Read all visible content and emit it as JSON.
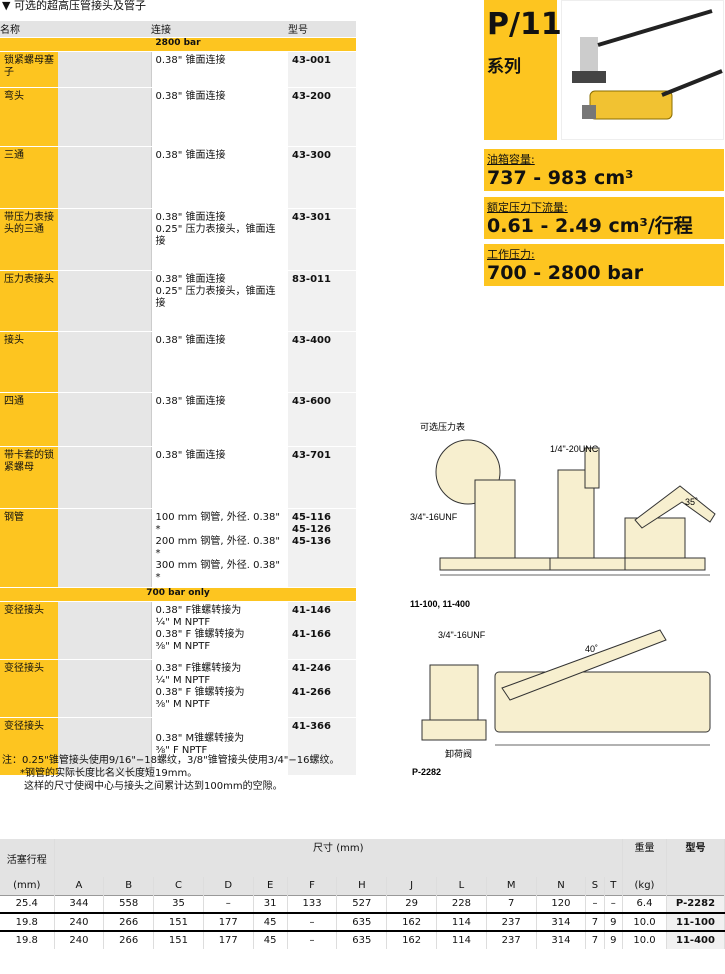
{
  "section_title": "▼ 可选的超高压管接头及管子",
  "acc_headers": [
    "名称",
    "连接",
    "型号"
  ],
  "band_2800": "2800 bar",
  "band_700": "700 bar only",
  "rows": [
    {
      "name": "锁紧螺母塞子",
      "conn": "0.38\" 锥面连接",
      "model": "43-001",
      "h": 36
    },
    {
      "name": "弯头",
      "conn": "0.38\" 锥面连接",
      "model": "43-200",
      "h": 59
    },
    {
      "name": "三通",
      "conn": "0.38\" 锥面连接",
      "model": "43-300",
      "h": 62
    },
    {
      "name": "带压力表接头的三通",
      "conn": "0.38\" 锥面连接\n0.25\" 压力表接头，锥面连接",
      "model": "43-301",
      "h": 62
    },
    {
      "name": "压力表接头",
      "conn": "0.38\" 锥面连接\n0.25\" 压力表接头，锥面连接",
      "model": "83-011",
      "h": 61
    },
    {
      "name": "接头",
      "conn": "0.38\" 锥面连接",
      "model": "43-400",
      "h": 61
    },
    {
      "name": "四通",
      "conn": "0.38\" 锥面连接",
      "model": "43-600",
      "h": 54
    },
    {
      "name": "带卡套的锁紧螺母",
      "conn": "0.38\" 锥面连接",
      "model": "43-701",
      "h": 62
    },
    {
      "name": "钢管",
      "conn": "100 mm 钢管, 外径. 0.38\" *\n200 mm 钢管, 外径. 0.38\" *\n300 mm 钢管, 外径. 0.38\" *",
      "model": "45-116\n45-126\n45-136",
      "h": 47
    }
  ],
  "rows700": [
    {
      "name": "变径接头",
      "conn": "0.38\" F锥螺转接为\n¼\" M NPTF\n0.38\" F 锥螺转接为\n⅜\" M NPTF",
      "model": "41-146\n\n41-166",
      "h": 58
    },
    {
      "name": "变径接头",
      "conn": "0.38\" F锥螺转接为\n¼\" M NPTF\n0.38\" F 锥螺转接为\n⅜\" M NPTF",
      "model": "41-246\n\n41-266",
      "h": 58
    },
    {
      "name": "变径接头",
      "conn": "\n0.38\" M锥螺转接为\n⅜\" F NPTF",
      "model": "41-366",
      "h": 58
    }
  ],
  "notes": [
    "注：0.25\"锥管接头使用9/16\"−18螺纹，3/8\"锥管接头使用3/4\"−16螺纹。",
    "*钢管的实际长度比名义长度短19mm。",
    "这样的尺寸使阀中心与接头之间累计达到100mm的空隙。"
  ],
  "series": {
    "p": "P/11",
    "s": "系列"
  },
  "specs": [
    {
      "label": "油箱容量:",
      "value": "737 - 983 cm³"
    },
    {
      "label": "额定压力下流量:",
      "value": "0.61 - 2.49 cm³/行程"
    },
    {
      "label": "工作压力:",
      "value": "700 - 2800 bar"
    }
  ],
  "drawing": {
    "gauge": "可选压力表",
    "thread1": "1/4\"-20UNC",
    "thread2": "3/4\"-16UNF",
    "thread3": "3/4\"-16UNF",
    "model1": "11-100, 11-400",
    "model2": "P-2282",
    "valve": "卸荷阀",
    "angle1": "35˚",
    "angle2": "40˚"
  },
  "dims": {
    "stroke": "活塞行程",
    "dim": "尺寸 (mm)",
    "weight": "重量",
    "model": "型号",
    "mm": "(mm)",
    "kg": "(kg)",
    "cols": [
      "A",
      "B",
      "C",
      "D",
      "E",
      "F",
      "H",
      "J",
      "L",
      "M",
      "N",
      "S",
      "T"
    ],
    "rows": [
      [
        "25.4",
        "344",
        "558",
        "35",
        "–",
        "31",
        "133",
        "527",
        "29",
        "228",
        "7",
        "120",
        "–",
        "–",
        "6.4",
        "P-2282"
      ],
      [
        "19.8",
        "240",
        "266",
        "151",
        "177",
        "45",
        "–",
        "635",
        "162",
        "114",
        "237",
        "314",
        "7",
        "9",
        "10.0",
        "11-100"
      ],
      [
        "19.8",
        "240",
        "266",
        "151",
        "177",
        "45",
        "–",
        "635",
        "162",
        "114",
        "237",
        "314",
        "7",
        "9",
        "10.0",
        "11-400"
      ]
    ]
  }
}
